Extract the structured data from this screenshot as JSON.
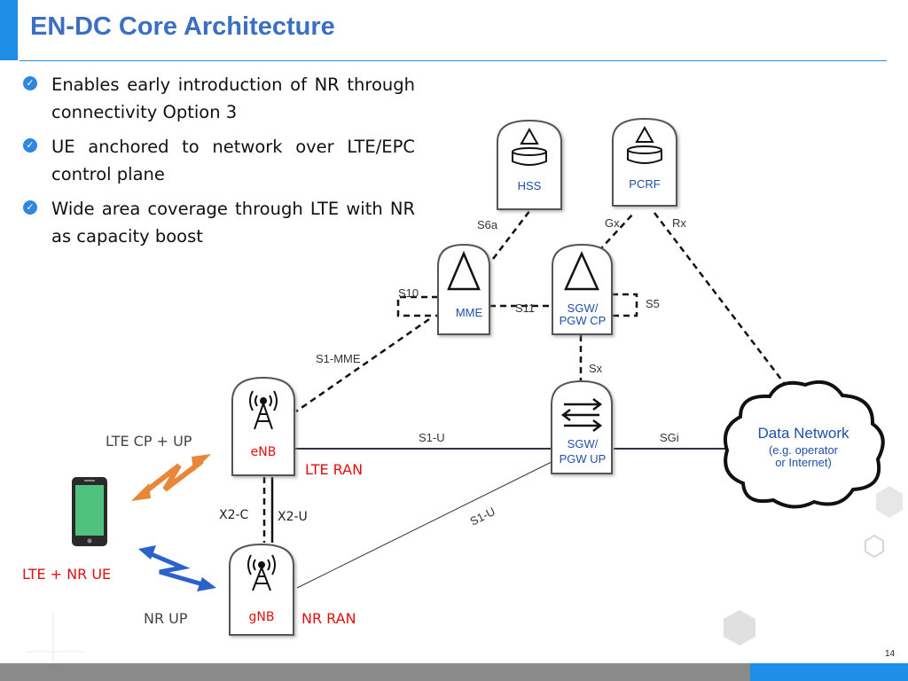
{
  "slide": {
    "title": "EN-DC Core Architecture",
    "page_number": "14",
    "bullets": [
      "Enables early introduction of NR through connectivity Option 3",
      "UE anchored to network over LTE/EPC control plane",
      "Wide area coverage through LTE with NR as capacity boost"
    ]
  },
  "diagram": {
    "nodes": {
      "hss": "HSS",
      "pcrf": "PCRF",
      "mme": "MME",
      "sgw_pgw_cp_line1": "SGW/",
      "sgw_pgw_cp_line2": "PGW CP",
      "sgw_pgw_up_line1": "SGW/",
      "sgw_pgw_up_line2": "PGW UP",
      "enb": "eNB",
      "gnb": "gNB",
      "data_network": "Data Network",
      "data_network_sub1": "(e.g. operator",
      "data_network_sub2": "or Internet)"
    },
    "interfaces": {
      "s6a": "S6a",
      "gx": "Gx",
      "rx": "Rx",
      "s10": "S10",
      "s11": "S11",
      "s5": "S5",
      "sx": "Sx",
      "s1_mme": "S1-MME",
      "s1_u_top": "S1-U",
      "s1_u_bottom": "S1-U",
      "sgi": "SGi",
      "x2_c": "X2-C",
      "x2_u": "X2-U"
    },
    "labels": {
      "lte_cp_up": "LTE CP + UP",
      "lte_ran": "LTE RAN",
      "nr_ran": "NR RAN",
      "lte_nr_ue": "LTE + NR  UE",
      "nr_up": "NR UP"
    },
    "colors": {
      "accent_blue": "#1e8fe8",
      "title_blue": "#3a6fc4",
      "node_text_blue": "#1f4fa6",
      "ran_red": "#e01010",
      "lte_link_orange": "#e8873a",
      "nr_link_blue": "#2a62c9",
      "phone_screen_green": "#4fc27e"
    },
    "icons": [
      "database-icon",
      "triangle-icon",
      "arrows-icon",
      "antenna-icon",
      "phone-icon",
      "cloud-icon",
      "zigzag-icon"
    ]
  }
}
